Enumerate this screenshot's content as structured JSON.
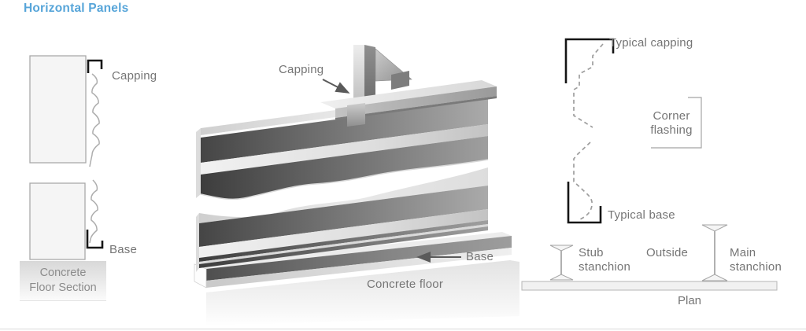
{
  "title": "Horizontal Panels",
  "accent_color": "#57a5d9",
  "label_color": "#757575",
  "left_section": {
    "capping_label": "Capping",
    "base_label": "Base",
    "floor_caption_line1": "Concrete",
    "floor_caption_line2": "Floor Section"
  },
  "middle_section": {
    "capping_label": "Capping",
    "base_label": "Base",
    "floor_label": "Concrete floor"
  },
  "right_section": {
    "typical_capping_label": "Typical capping",
    "corner_flashing_line1": "Corner",
    "corner_flashing_line2": "flashing",
    "typical_base_label": "Typical base",
    "plan": {
      "stub_stanchion_line1": "Stub",
      "stub_stanchion_line2": "stanchion",
      "outside_label": "Outside",
      "main_stanchion_line1": "Main",
      "main_stanchion_line2": "stanchion",
      "plan_label": "Plan"
    }
  }
}
